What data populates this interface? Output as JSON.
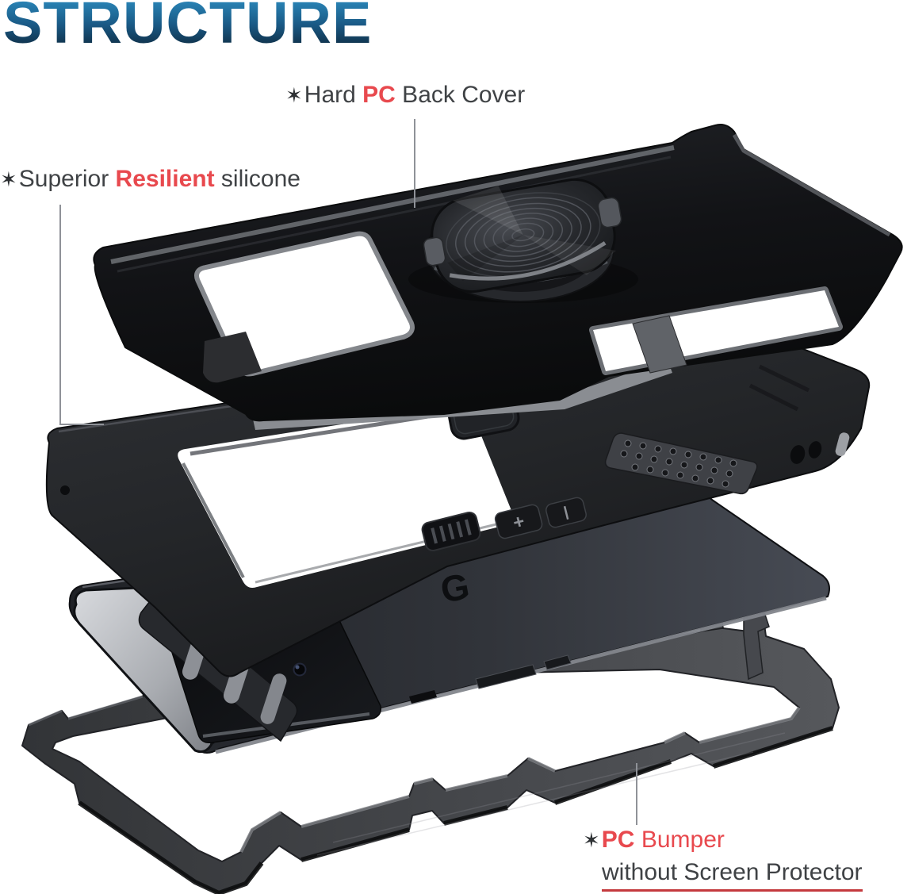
{
  "title": {
    "text": "STRUCTURE"
  },
  "annotations": {
    "back_cover": {
      "star": "✶",
      "pre": "Hard ",
      "highlight": "PC",
      "post": " Back Cover"
    },
    "silicone": {
      "star": "✶",
      "pre": "Superior ",
      "highlight": "Resilient",
      "post": " silicone"
    },
    "bumper": {
      "star": "✶",
      "highlight": "PC",
      "post": " Bumper",
      "line2": "without Screen Protector"
    }
  },
  "product": {
    "logo_letter": "G",
    "volume_plus_label": "+"
  },
  "colors": {
    "accent_red": "#e8494e",
    "underline_red": "#c43a3e",
    "text_dark": "#3f4245",
    "annotation_line_gray": "#8f9298",
    "title_gradient_top": "#2f93c7",
    "title_gradient_mid": "#1a5a86",
    "title_gradient_bottom": "#0c2233",
    "background": "#ffffff"
  }
}
